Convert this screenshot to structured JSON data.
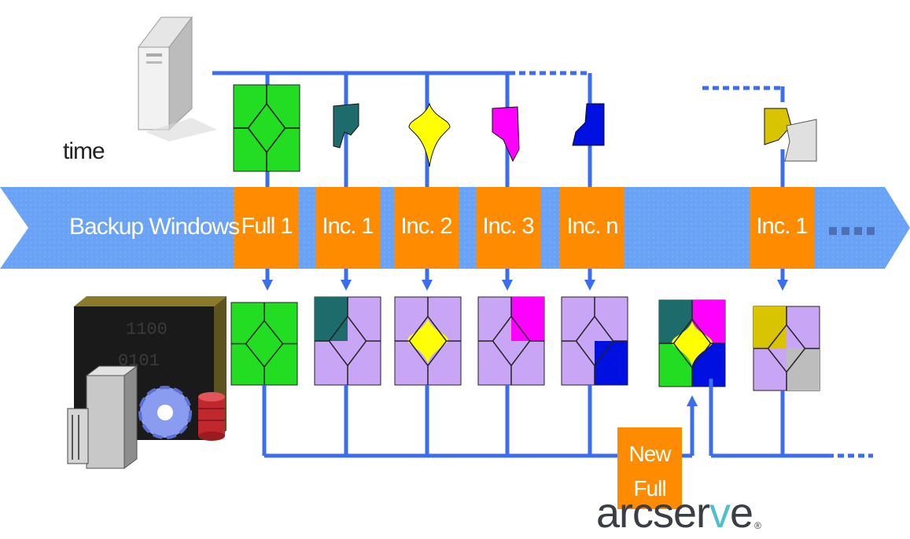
{
  "diagram": {
    "time_label": "time",
    "band_label": "Backup Windows",
    "backups": [
      {
        "label": "Full 1"
      },
      {
        "label": "Inc. 1"
      },
      {
        "label": "Inc. 2"
      },
      {
        "label": "Inc. 3"
      },
      {
        "label": "Inc. n"
      },
      {
        "label": "Inc. 1"
      }
    ],
    "new_full_label": "New\nFull",
    "ellipsis": "■■■■",
    "colors": {
      "band": "#6aa3f5",
      "box": "#ff8c00",
      "line": "#3a6df0",
      "green": "#22dd22",
      "teal": "#1d6b6a",
      "yellow": "#ffff00",
      "magenta": "#ff00ff",
      "blue": "#0010e0",
      "gold": "#d8c400",
      "lavender": "#c9a6f5",
      "gray": "#bdbdbd"
    }
  },
  "logo": {
    "prefix": "arcser",
    "accent": "v",
    "suffix": "e",
    "reg": "®"
  }
}
